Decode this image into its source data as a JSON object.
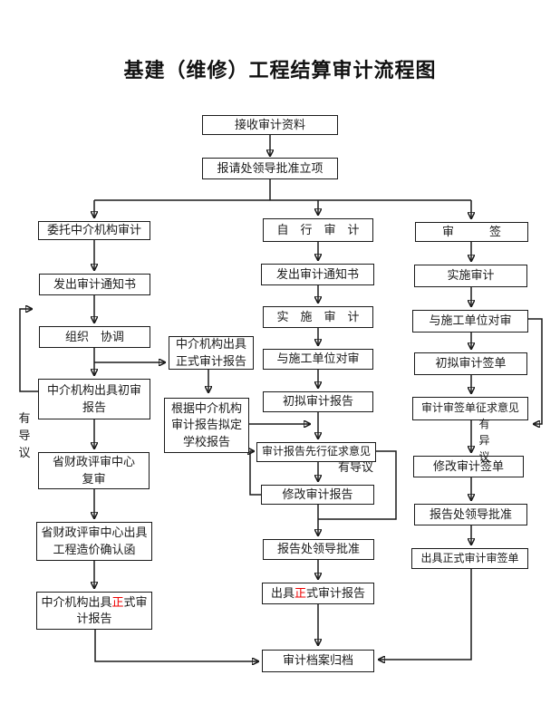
{
  "title": "基建（维修）工程结算审计流程图",
  "colors": {
    "accent_red": "#ee0000",
    "line": "#1a1a1a",
    "background": "#ffffff"
  },
  "nodes": {
    "receive_materials": {
      "text": "接收审计资料"
    },
    "request_project_approval": {
      "text": "报请处领导批准立项"
    },
    "entrust_agency_audit": {
      "text": "委托中介机构审计"
    },
    "left_issue_audit_notice": {
      "text": "发出审计通知书"
    },
    "organize_coordinate": {
      "text": "组织　协调"
    },
    "agency_preliminary_report": {
      "text": "中介机构出具初审\n报告"
    },
    "provincial_review": {
      "text": "省财政评审中心\n复审"
    },
    "provincial_confirmation_letter": {
      "text": "省财政评审中心出具\n工程造价确认函"
    },
    "agency_formal_report_left": {
      "prefix": "中介机构出具",
      "red": "正",
      "suffix": "式审\n计报告"
    },
    "agency_formal_report_mid": {
      "text": "中介机构出具\n正式审计报告"
    },
    "draft_school_report": {
      "text": "根据中介机构\n审计报告拟定\n学校报告"
    },
    "self_audit": {
      "text": "自　行　审　计"
    },
    "mid_issue_audit_notice": {
      "text": "发出审计通知书"
    },
    "implement_audit_mid": {
      "text": "实　施　审　计"
    },
    "crosscheck_construction_mid": {
      "text": "与施工单位对审"
    },
    "draft_audit_report": {
      "text": "初拟审计报告"
    },
    "report_solicit_opinions": {
      "text": "审计报告先行征求意见"
    },
    "revise_audit_report": {
      "text": "修改审计报告"
    },
    "mid_report_leader_approval": {
      "text": "报告处领导批准"
    },
    "issue_formal_report": {
      "prefix": "出具",
      "red": "正",
      "suffix": "式审计报告"
    },
    "archive": {
      "text": "审计档案归档"
    },
    "review_sign": {
      "text": "审　　　签"
    },
    "implement_audit_right": {
      "text": "实施审计"
    },
    "crosscheck_construction_right": {
      "text": "与施工单位对审"
    },
    "draft_audit_sign_sheet": {
      "text": "初拟审计签单"
    },
    "sign_sheet_solicit_opinions": {
      "text": "审计审签单征求意见"
    },
    "revise_sign_sheet": {
      "text": "修改审计签单"
    },
    "right_report_leader_approval": {
      "text": "报告处领导批准"
    },
    "issue_formal_sign_sheet": {
      "text": "出具正式审计审签单"
    }
  },
  "labels": {
    "left_objection": "有\n导\n议",
    "mid_objection": "有导议",
    "right_objection": "有\n异\n议"
  }
}
